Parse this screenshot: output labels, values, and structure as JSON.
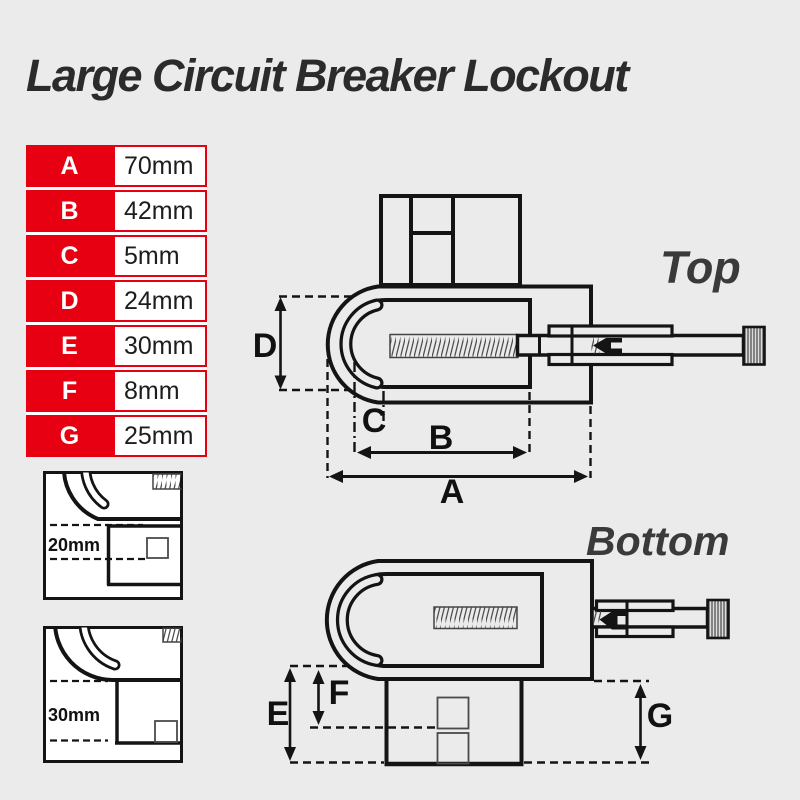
{
  "title": "Large Circuit Breaker Lockout",
  "spec_table": {
    "rows": [
      {
        "key": "A",
        "value": "70mm"
      },
      {
        "key": "B",
        "value": "42mm"
      },
      {
        "key": "C",
        "value": "5mm"
      },
      {
        "key": "D",
        "value": "24mm"
      },
      {
        "key": "E",
        "value": "30mm"
      },
      {
        "key": "F",
        "value": "8mm"
      },
      {
        "key": "G",
        "value": "25mm"
      }
    ]
  },
  "views": {
    "top_label": "Top",
    "bottom_label": "Bottom"
  },
  "dims": {
    "a": "A",
    "b": "B",
    "c": "C",
    "d": "D",
    "e": "E",
    "f": "F",
    "g": "G"
  },
  "insets": {
    "jaw_opening_small": "20mm",
    "jaw_opening_large": "30mm"
  },
  "colors": {
    "accent_red": "#e60012",
    "line": "#141414",
    "background": "#ebebeb",
    "inset_background": "#ffffff"
  }
}
